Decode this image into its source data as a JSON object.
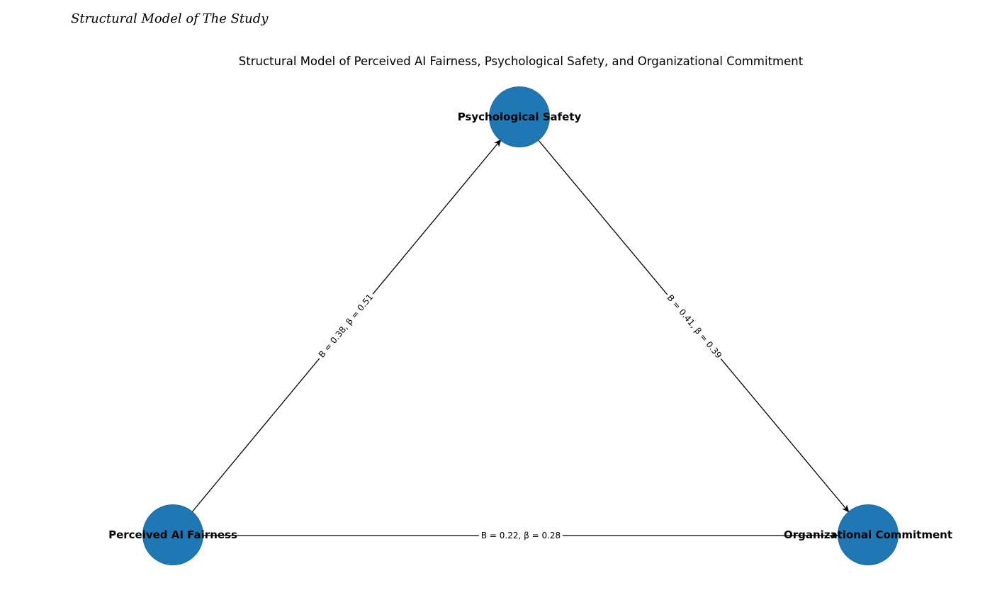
{
  "page": {
    "header": "Structural Model of The Study",
    "title": "Structural Model of Perceived AI Fairness, Psychological Safety, and Organizational Commitment"
  },
  "diagram": {
    "type": "path-diagram",
    "node_color": "#1f77b4",
    "line_color": "#000000",
    "nodes": [
      {
        "id": "psychological_safety",
        "label": "Psychological Safety"
      },
      {
        "id": "perceived_ai_fairness",
        "label": "Perceived AI Fairness"
      },
      {
        "id": "organizational_commitment",
        "label": "Organizational Commitment"
      }
    ],
    "edges": [
      {
        "from": "perceived_ai_fairness",
        "to": "psychological_safety",
        "label": "B = 0.38, β = 0.51"
      },
      {
        "from": "psychological_safety",
        "to": "organizational_commitment",
        "label": "B = 0.41, β = 0.39"
      },
      {
        "from": "perceived_ai_fairness",
        "to": "organizational_commitment",
        "label": "B = 0.22, β = 0.28"
      }
    ]
  }
}
